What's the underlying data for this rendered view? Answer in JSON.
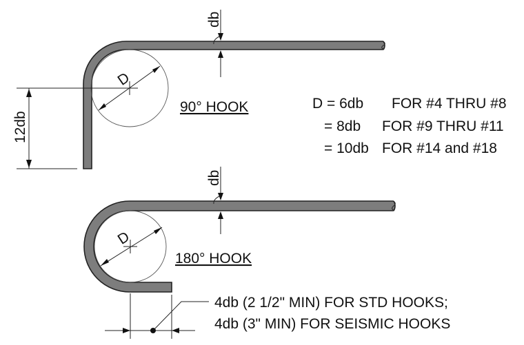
{
  "hook90": {
    "title": "90° HOOK",
    "d_label": "D",
    "db_label": "db",
    "ext_label": "12db"
  },
  "hook180": {
    "title": "180° HOOK",
    "d_label": "D",
    "db_label": "db"
  },
  "diameter_table": {
    "rows": [
      {
        "value": "D = 6db",
        "range": "FOR #4 THRU #8"
      },
      {
        "value": "= 8db",
        "range": "FOR #9 THRU #11"
      },
      {
        "value": "= 10db",
        "range": "FOR #14 and #18"
      }
    ]
  },
  "extension_note": {
    "line1": "4db (2 1/2\" MIN) FOR STD HOOKS;",
    "line2": "4db (3\" MIN) FOR SEISMIC HOOKS"
  },
  "colors": {
    "bar_fill": "#7d7d7d",
    "line": "#222222"
  }
}
